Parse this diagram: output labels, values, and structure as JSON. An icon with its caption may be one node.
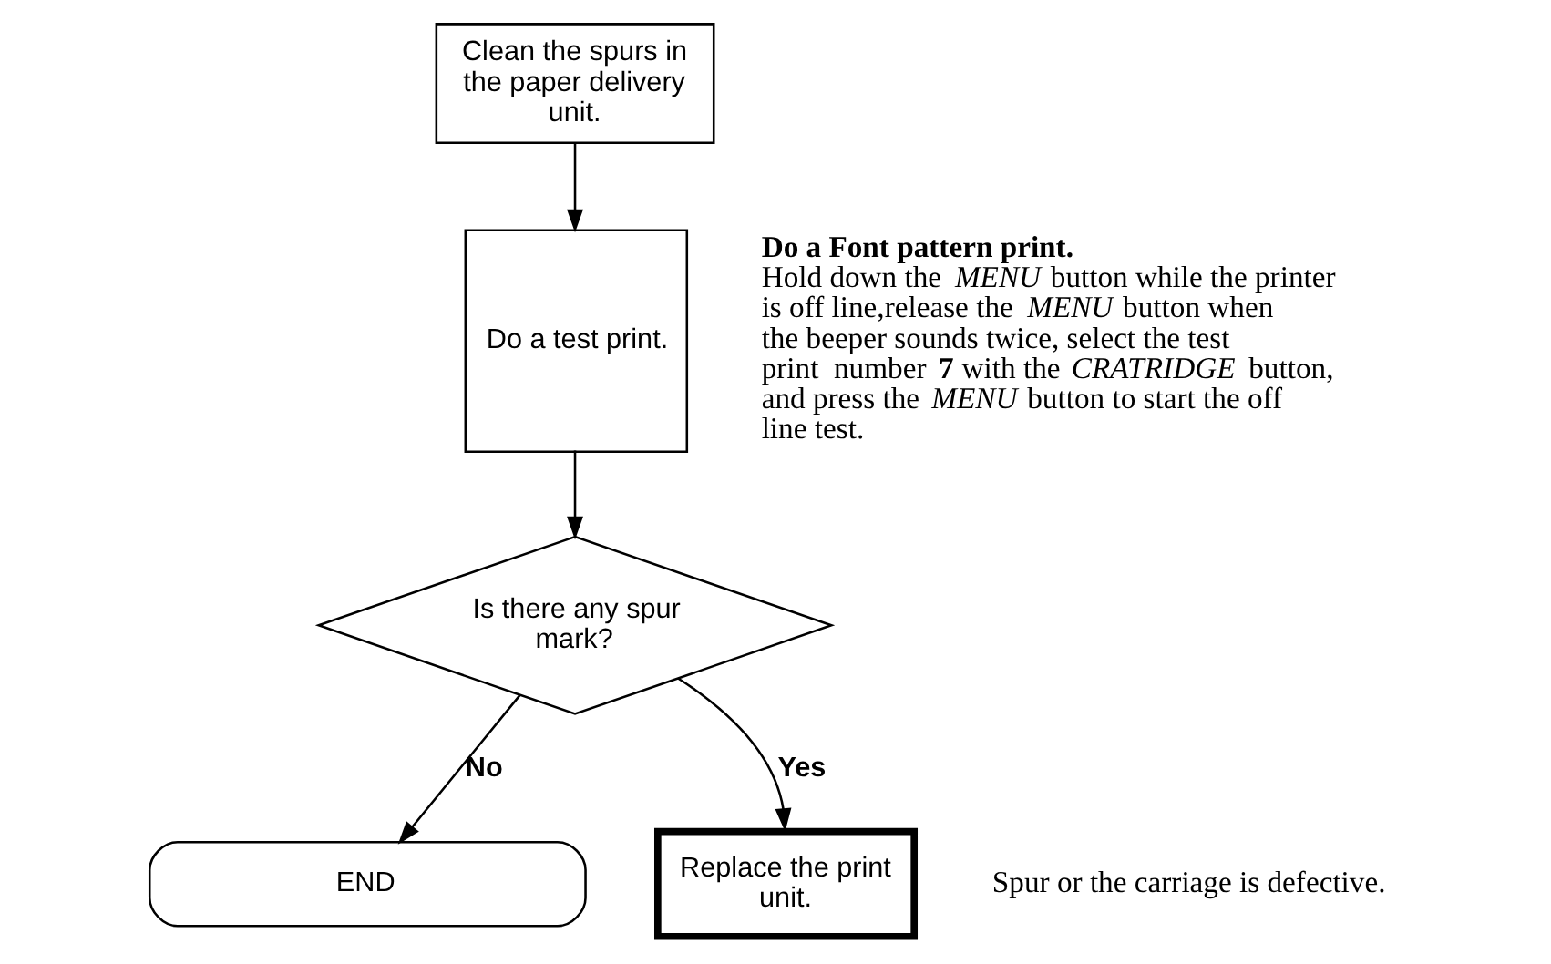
{
  "diagram": {
    "nodes": [
      {
        "text": [
          "Clean the spurs in the paper delivery unit."
        ]
      },
      {
        "text": [
          "Do a test print."
        ],
        "beside": [
          "Do a Font pattern print.",
          "Hold down the *MENU* button while the printer is off line,release the *MENU* button when the beeper sounds twice, select the test print  number **7** with the *CRATRIDGE* button, and press the *MENU* button to start the off line test."
        ]
      },
      {
        "text": [
          "Is there any spur mark?"
        ]
      },
      {
        "text": [
          "END"
        ]
      },
      {
        "text": [
          "Replace the print unit."
        ],
        "beside": [
          "Spur or the carriage is defective."
        ]
      }
    ],
    "edges": [
      {
        "from": 0,
        "to": 1,
        "arrow": "to"
      },
      {
        "from": 1,
        "to": 2,
        "arrow": "to"
      },
      {
        "from": 2,
        "to": 3,
        "arrow": "to",
        "label": "No"
      },
      {
        "from": 2,
        "to": 4,
        "arrow": "to",
        "label": "Yes"
      }
    ]
  }
}
